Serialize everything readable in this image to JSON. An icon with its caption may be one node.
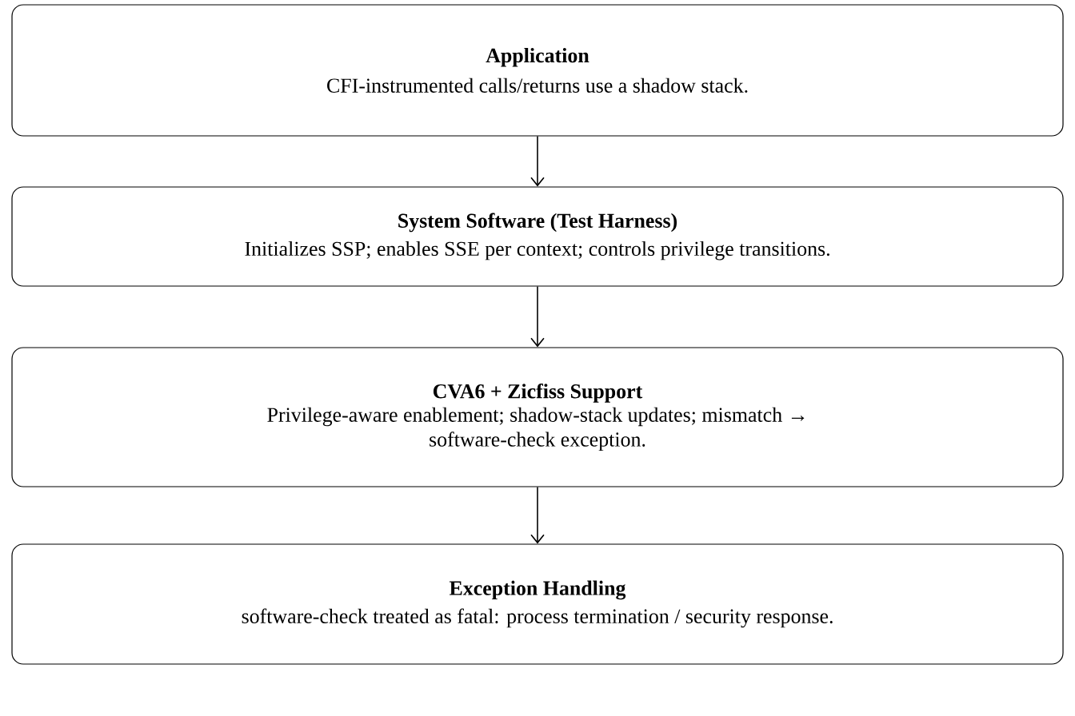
{
  "diagram": {
    "nodes": [
      {
        "text": [
          "Application",
          "CFI-instrumented calls/returns use a shadow stack."
        ]
      },
      {
        "text": [
          "System Software (Test Harness)",
          "Initializes SSP; enables SSE per context; controls privilege transitions."
        ]
      },
      {
        "text": [
          "CVA6 + Zicfiss Support",
          "Privilege-aware enablement; shadow-stack updates; mismatch → software-check exception."
        ]
      },
      {
        "text": [
          "Exception Handling",
          "software-check treated as fatal: process termination / security response."
        ]
      }
    ],
    "edges": [
      {
        "from": 0,
        "to": 1,
        "arrow": "to"
      },
      {
        "from": 1,
        "to": 2,
        "arrow": "to"
      },
      {
        "from": 2,
        "to": 3,
        "arrow": "to"
      }
    ]
  }
}
